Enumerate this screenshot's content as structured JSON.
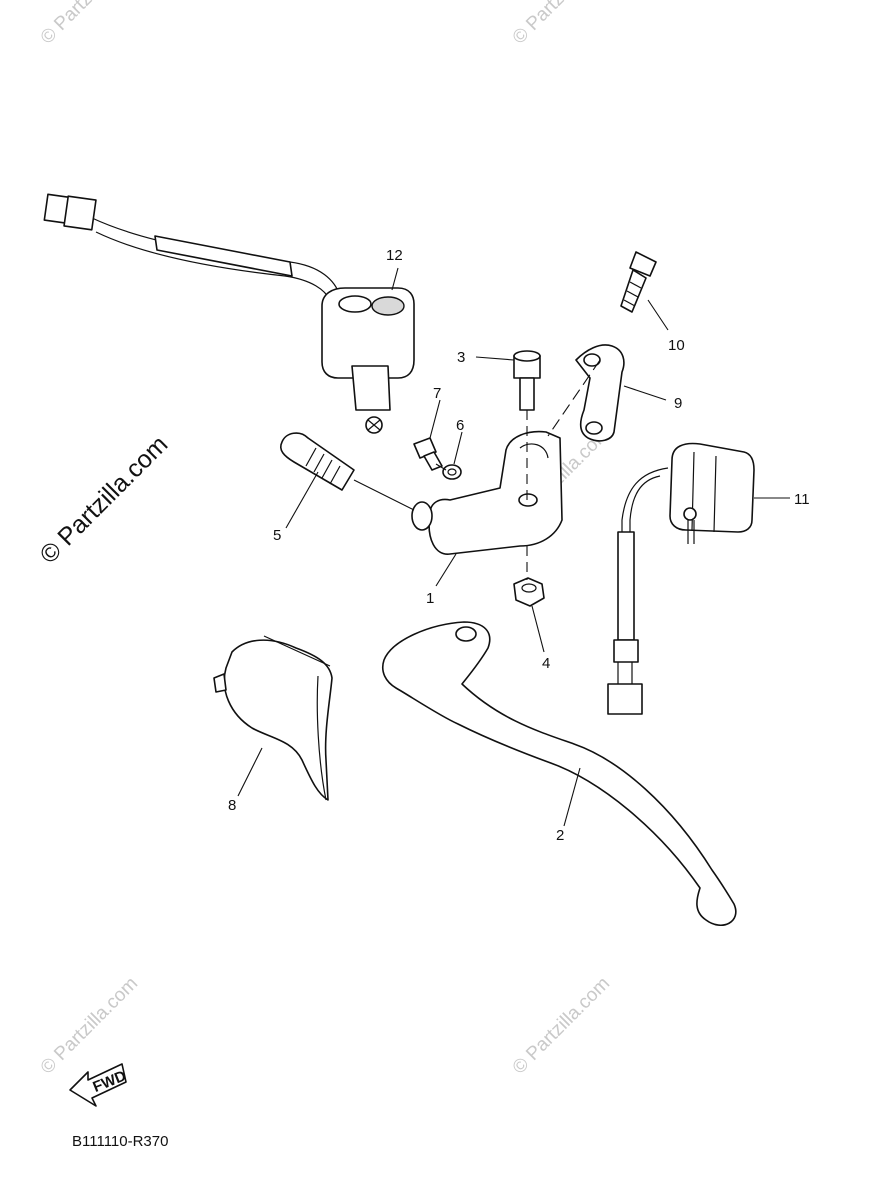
{
  "watermarks": {
    "small": "© Partzilla.com",
    "big": "© Partzilla.com"
  },
  "callouts": [
    {
      "id": "1",
      "text": "1"
    },
    {
      "id": "2",
      "text": "2"
    },
    {
      "id": "3",
      "text": "3"
    },
    {
      "id": "4",
      "text": "4"
    },
    {
      "id": "5",
      "text": "5"
    },
    {
      "id": "6",
      "text": "6"
    },
    {
      "id": "7",
      "text": "7"
    },
    {
      "id": "8",
      "text": "8"
    },
    {
      "id": "9",
      "text": "9"
    },
    {
      "id": "10",
      "text": "10"
    },
    {
      "id": "11",
      "text": "11"
    },
    {
      "id": "12",
      "text": "12"
    }
  ],
  "fwd_badge": "FWD",
  "diagram_code": "B111110-R370",
  "colors": {
    "line": "#111111",
    "watermark": "#c9c9c9",
    "background": "#ffffff"
  }
}
